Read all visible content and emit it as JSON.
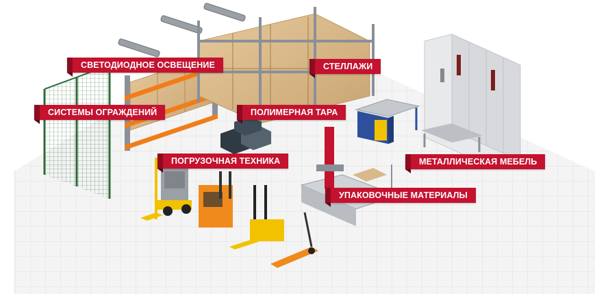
{
  "labels": {
    "led_lighting": "СВЕТОДИОДНОЕ ОСВЕЩЕНИЕ",
    "racks": "СТЕЛЛАЖИ",
    "fencing": "СИСТЕМЫ ОГРАЖДЕНИЙ",
    "polymer_containers": "ПОЛИМЕРНАЯ ТАРА",
    "handling_equipment": "ПОГРУЗОЧНАЯ ТЕХНИКА",
    "metal_furniture": "МЕТАЛЛИЧЕСКАЯ МЕБЕЛЬ",
    "packaging": "УПАКОВОЧНЫЕ МАТЕРИАЛЫ"
  },
  "colors": {
    "label_bg": "#c4122f",
    "label_fold": "#8e0c21",
    "floor": "#f1f1f1",
    "grid": "#e0e0e0",
    "rack_orange": "#f07d1a",
    "rack_steel": "#8a9098",
    "box": "#d9b88a",
    "forklift_yellow": "#f2c200",
    "forklift_orange": "#f08a1c",
    "fence_green": "#2f6b3a",
    "bench_blue": "#2d4f9c"
  }
}
